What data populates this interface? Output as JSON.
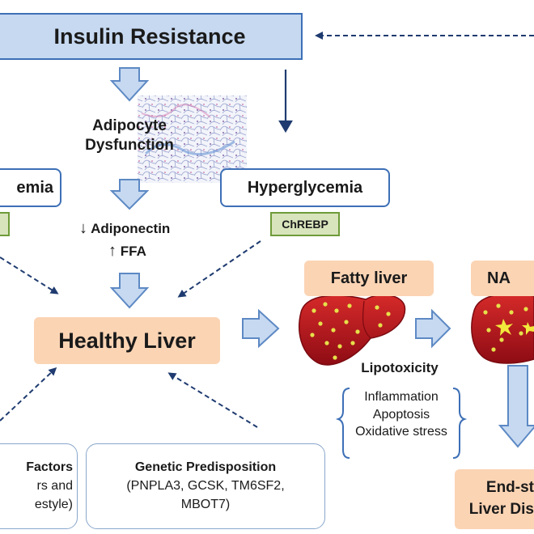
{
  "insulin_resistance": "Insulin Resistance",
  "adipocyte": [
    "Adipocyte",
    "Dysfunction"
  ],
  "left_cut_box": "emia",
  "hyperglycemia": "Hyperglycemia",
  "chrebp": "ChREBP",
  "adiponectin": "Adiponectin",
  "ffa": "FFA",
  "down_arrow_symbol": "↓",
  "up_arrow_symbol": "↑",
  "healthy_liver": "Healthy Liver",
  "fatty_liver": "Fatty liver",
  "nash_cut": "NA",
  "lipotoxicity": "Lipotoxicity",
  "lipotox_items": [
    "Inflammation",
    "Apoptosis",
    "Oxidative stress"
  ],
  "factors_box": {
    "title": "Factors",
    "line1": "rs and",
    "line2": "estyle)"
  },
  "genetic_box": {
    "title": "Genetic Predisposition",
    "line1": "(PNPLA3, GCSK, TM6SF2,",
    "line2": "MBOT7)"
  },
  "end_stage": [
    "End-st",
    "Liver Dis"
  ],
  "colors": {
    "blue_fill": "#c6d9f1",
    "blue_border": "#3d6fb6",
    "peach": "#fbd4b4",
    "green_fill": "#d8e4bc",
    "green_border": "#6f9b3a",
    "dashed_arrow": "#1f3b70",
    "liver_red": "#b5121b",
    "fat_dot": "#e6e04a"
  }
}
